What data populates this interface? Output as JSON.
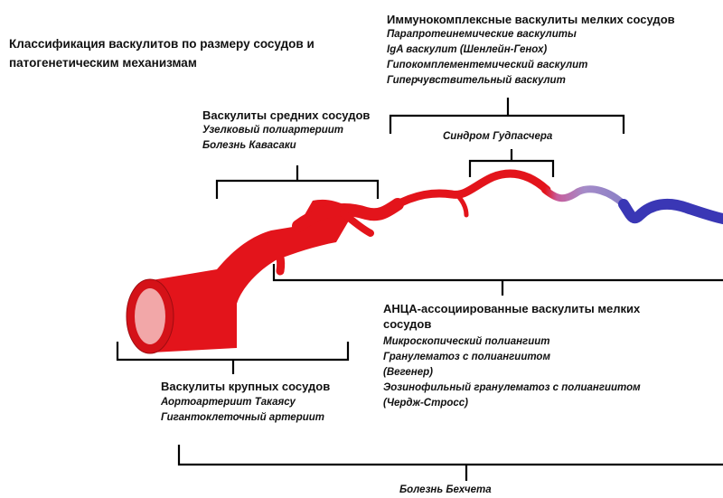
{
  "title": "Классификация васкулитов по размеру сосудов и патогенетическим механизмам",
  "groups": {
    "immune": {
      "heading": "Иммунокомплексные васкулиты мелких сосудов",
      "items": [
        "Парапротеинемические васкулиты",
        "IgA васкулит (Шенлейн-Генох)",
        "Гипокомплементемический васкулит",
        "Гиперчувствительный васкулит"
      ]
    },
    "medium": {
      "heading": "Васкулиты средних сосудов",
      "items": [
        "Узелковый полиартериит",
        "Болезнь Кавасаки"
      ]
    },
    "goodpasture": {
      "heading": "Синдром Гудпасчера"
    },
    "anca": {
      "heading_line1": "АНЦА-ассоциированные васкулиты мелких",
      "heading_line2": "сосудов",
      "items": [
        "Микроскопический полиангиит",
        "Гранулематоз с полиангиитом",
        "(Вегенер)",
        "Эозинофильный гранулематоз с полиангиитом",
        "(Чердж-Стросс)"
      ]
    },
    "large": {
      "heading": "Васкулиты крупных сосудов",
      "items": [
        "Аортоартериит Такаясу",
        "Гигантоклеточный артериит"
      ]
    },
    "behcet": {
      "heading": "Болезнь Бехчета"
    }
  },
  "colors": {
    "artery": "#e3141b",
    "artery_dark": "#c01016",
    "lumen": "#f2a7a8",
    "capillary": "#a58cc8",
    "vein": "#3a37b5",
    "bracket": "#000000"
  }
}
